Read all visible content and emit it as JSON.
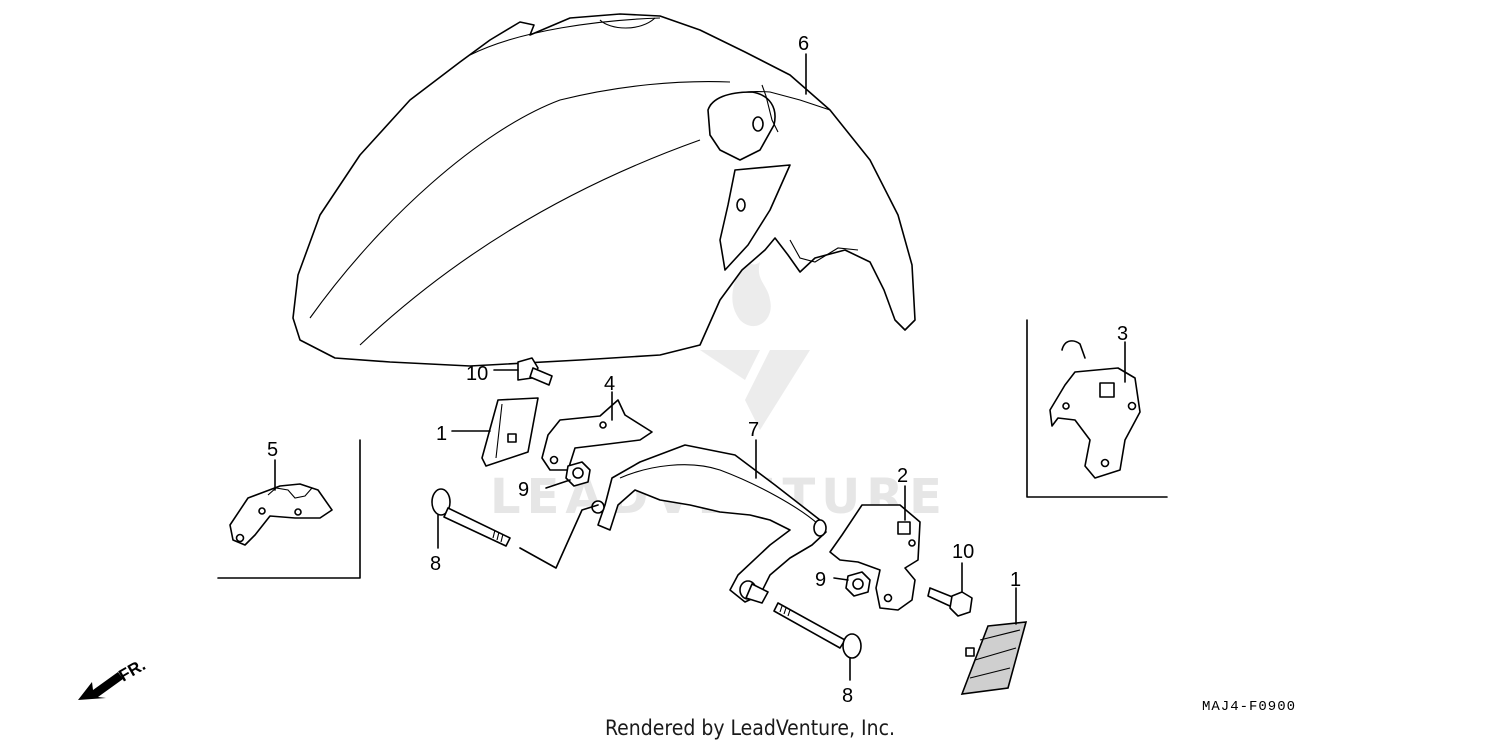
{
  "diagram": {
    "callouts": [
      {
        "id": "c6",
        "label": "6"
      },
      {
        "id": "c3",
        "label": "3"
      },
      {
        "id": "c10a",
        "label": "10"
      },
      {
        "id": "c4",
        "label": "4"
      },
      {
        "id": "c1a",
        "label": "1"
      },
      {
        "id": "c7",
        "label": "7"
      },
      {
        "id": "c5",
        "label": "5"
      },
      {
        "id": "c9a",
        "label": "9"
      },
      {
        "id": "c2",
        "label": "2"
      },
      {
        "id": "c8a",
        "label": "8"
      },
      {
        "id": "c10b",
        "label": "10"
      },
      {
        "id": "c9b",
        "label": "9"
      },
      {
        "id": "c1b",
        "label": "1"
      },
      {
        "id": "c8b",
        "label": "8"
      }
    ],
    "direction_label": "FR.",
    "diagram_code": "MAJ4-F0900",
    "watermark": "LEADVENTURE"
  },
  "footer": {
    "credit": "Rendered by LeadVenture, Inc."
  }
}
